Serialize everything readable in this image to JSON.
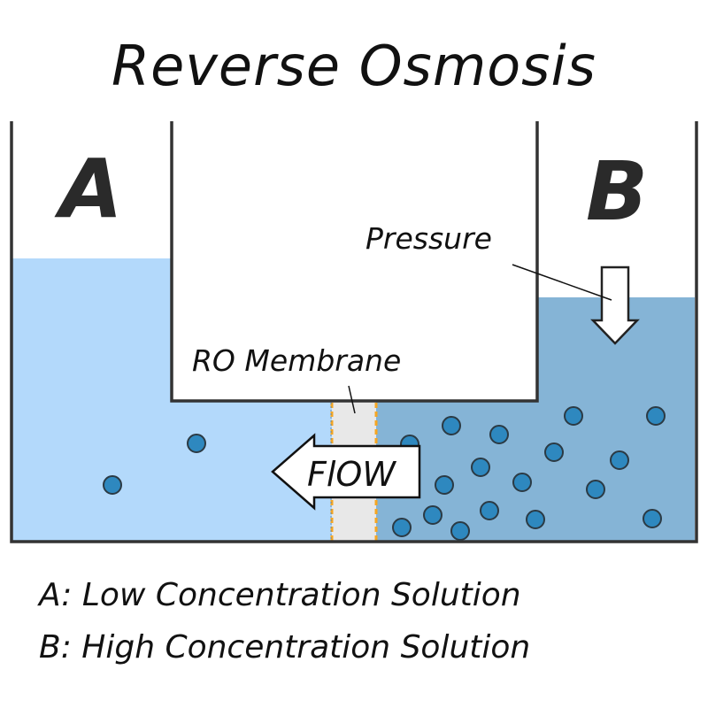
{
  "title": "Reverse Osmosis",
  "compartments": {
    "a": {
      "letter": "A",
      "fill_color": "#b3d9fb"
    },
    "b": {
      "letter": "B",
      "fill_color": "#85b4d6"
    }
  },
  "labels": {
    "pressure": "Pressure",
    "membrane": "RO Membrane",
    "flow": "FlOW"
  },
  "legend": [
    "A: Low Concentration Solution",
    "B: High Concentration Solution"
  ],
  "colors": {
    "outline": "#333333",
    "membrane_fill": "#e8e8e8",
    "membrane_edge": "#f5a623",
    "particle": "#2e88bf",
    "arrow_fill": "#ffffff"
  },
  "particles": {
    "a_count": 2,
    "b_count": 17
  }
}
